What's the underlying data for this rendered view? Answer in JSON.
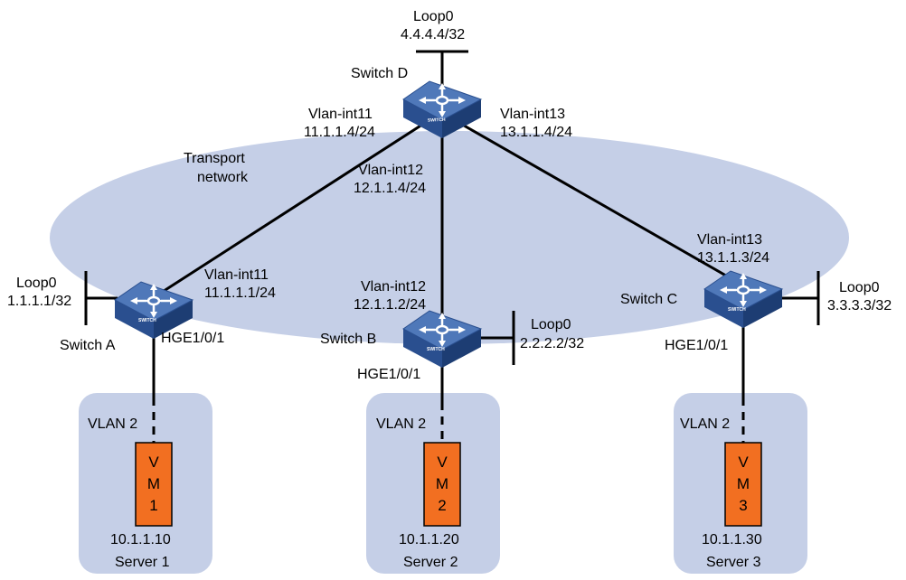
{
  "colors": {
    "transport_network": "#c5cfe7",
    "server_box": "#c5cfe7",
    "vm": "#f26f21",
    "switch_top": "#4f78b9",
    "switch_side": "#2a4f8f",
    "link": "#000000"
  },
  "transport_network": {
    "label_line1": "Transport",
    "label_line2": "network"
  },
  "switches": [
    {
      "id": "d",
      "name": "Switch D",
      "icon": "switch-icon",
      "badge": "SWITCH",
      "loopback": {
        "name": "Loop0",
        "address": "4.4.4.4/32"
      }
    },
    {
      "id": "a",
      "name": "Switch A",
      "icon": "switch-icon",
      "badge": "SWITCH",
      "loopback": {
        "name": "Loop0",
        "address": "1.1.1.1/32"
      },
      "downlink": "HGE1/0/1"
    },
    {
      "id": "b",
      "name": "Switch B",
      "icon": "switch-icon",
      "badge": "SWITCH",
      "loopback": {
        "name": "Loop0",
        "address": "2.2.2.2/32"
      },
      "downlink": "HGE1/0/1"
    },
    {
      "id": "c",
      "name": "Switch C",
      "icon": "switch-icon",
      "badge": "SWITCH",
      "loopback": {
        "name": "Loop0",
        "address": "3.3.3.3/32"
      },
      "downlink": "HGE1/0/1"
    }
  ],
  "links": [
    {
      "from": "d",
      "to": "a",
      "d_if": "Vlan-int11",
      "d_ip": "11.1.1.4/24",
      "far_if": "Vlan-int11",
      "far_ip": "11.1.1.1/24"
    },
    {
      "from": "d",
      "to": "b",
      "d_if": "Vlan-int12",
      "d_ip": "12.1.1.4/24",
      "far_if": "Vlan-int12",
      "far_ip": "12.1.1.2/24"
    },
    {
      "from": "d",
      "to": "c",
      "d_if": "Vlan-int13",
      "d_ip": "13.1.1.4/24",
      "far_if": "Vlan-int13",
      "far_ip": "13.1.1.3/24"
    }
  ],
  "servers": [
    {
      "name": "Server 1",
      "vlan": "VLAN 2",
      "vm_chars": [
        "V",
        "M",
        "1"
      ],
      "ip": "10.1.1.10"
    },
    {
      "name": "Server 2",
      "vlan": "VLAN 2",
      "vm_chars": [
        "V",
        "M",
        "2"
      ],
      "ip": "10.1.1.20"
    },
    {
      "name": "Server 3",
      "vlan": "VLAN 2",
      "vm_chars": [
        "V",
        "M",
        "3"
      ],
      "ip": "10.1.1.30"
    }
  ]
}
